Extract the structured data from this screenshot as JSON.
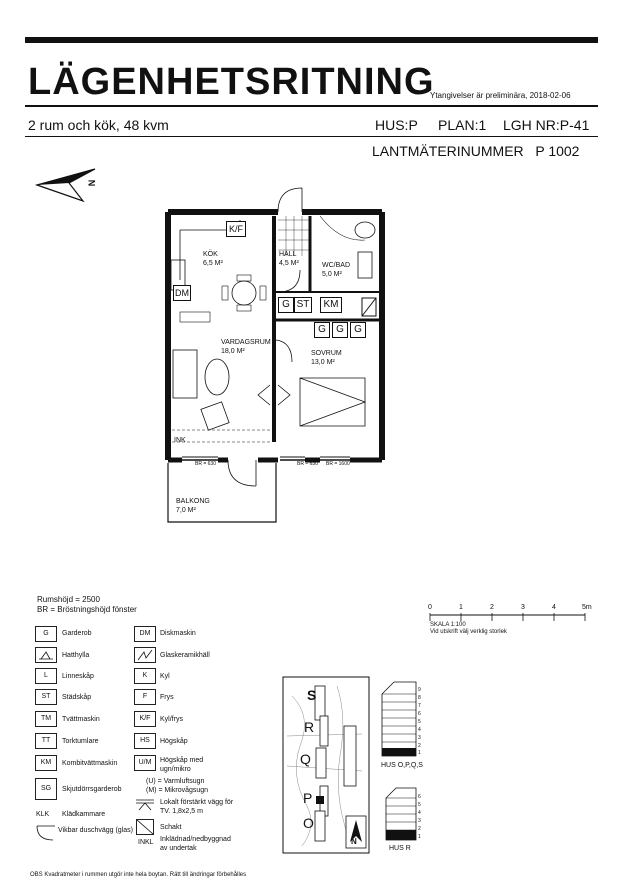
{
  "header": {
    "title": "LÄGENHETSRITNING",
    "note": "Ytangivelser är preliminära, 2018-02-06",
    "apartment_desc": "2 rum och kök, 48 kvm",
    "hus": "HUS:P",
    "plan": "PLAN:1",
    "lgh": "LGH NR:P-41",
    "lantmateri": "LANTMÄTERINUMMER   P 1002"
  },
  "compass_label": "N",
  "rooms": {
    "kok": {
      "name": "KÖK",
      "area": "6,5 m²"
    },
    "hall": {
      "name": "HALL",
      "area": "4,5 m²"
    },
    "wc": {
      "name": "WC/BAD",
      "area": "5,0 m²"
    },
    "vardagsrum": {
      "name": "VARDAGSRUM",
      "area": "18,0 m²"
    },
    "sovrum": {
      "name": "SOVRUM",
      "area": "13,0 m²"
    },
    "balkong": {
      "name": "BALKONG",
      "area": "7,0 m²"
    }
  },
  "plan_tags": {
    "kf": "K/F",
    "dm": "DM",
    "g1": "G",
    "st": "ST",
    "km": "KM",
    "g2": "G",
    "g3": "G",
    "g4": "G",
    "inkl": "INK",
    "br1": "BR = 630",
    "br2": "BR = 630",
    "br3": "BR = 1600"
  },
  "info": {
    "rumshojd": "Rumshöjd = 2500",
    "br": "BR = Bröstningshöjd fönster"
  },
  "scale": {
    "ticks": [
      "0",
      "1",
      "2",
      "3",
      "4",
      "5m"
    ],
    "label": "SKALA 1:100",
    "sublabel": "Vid utskrift välj verklig storlek"
  },
  "legend_left": [
    {
      "code": "G",
      "text": "Garderob"
    },
    {
      "code": "",
      "text": "Hatthylla"
    },
    {
      "code": "L",
      "text": "Linneskåp"
    },
    {
      "code": "ST",
      "text": "Städskåp"
    },
    {
      "code": "TM",
      "text": "Tvättmaskin"
    },
    {
      "code": "TT",
      "text": "Torktumlare"
    },
    {
      "code": "KM",
      "text": "Kombitvättmaskin"
    },
    {
      "code": "SG",
      "text": "Skjutdörrsgarderob"
    },
    {
      "code": "KLK",
      "text": "Klädkammare"
    },
    {
      "code": "",
      "text": "Vikbar duschvägg (glas)"
    }
  ],
  "legend_right": [
    {
      "code": "DM",
      "text": "Diskmaskin"
    },
    {
      "code": "",
      "text": "Glaskeramikhäll"
    },
    {
      "code": "K",
      "text": "Kyl"
    },
    {
      "code": "F",
      "text": "Frys"
    },
    {
      "code": "K/F",
      "text": "Kyl/frys"
    },
    {
      "code": "HS",
      "text": "Högskåp"
    },
    {
      "code": "U/M",
      "text": "Högskåp med ugn/mikro"
    },
    {
      "code": "",
      "text": "(U) = Varmluftsugn"
    },
    {
      "code": "",
      "text": "(M) = Mikrovågsugn"
    },
    {
      "code": "",
      "text": "Lokalt förstärkt vägg för TV. 1,8x2,5 m"
    },
    {
      "code": "",
      "text": "Schakt"
    },
    {
      "code": "INKL",
      "text": "Inklädnad/nedbyggnad av undertak"
    }
  ],
  "site": {
    "letters": [
      "S",
      "R",
      "Q",
      "P",
      "O"
    ],
    "compass": "N"
  },
  "elevations": {
    "a": {
      "label": "HUS O,P,Q,S",
      "floors": [
        "9",
        "8",
        "7",
        "6",
        "5",
        "4",
        "3",
        "2",
        "1"
      ]
    },
    "b": {
      "label": "HUS R",
      "floors": [
        "6",
        "5",
        "4",
        "3",
        "2",
        "1"
      ]
    }
  },
  "footer": "OBS Kvadratmeter i rummen utgör inte hela boytan. Rätt till ändringar förbehålles"
}
